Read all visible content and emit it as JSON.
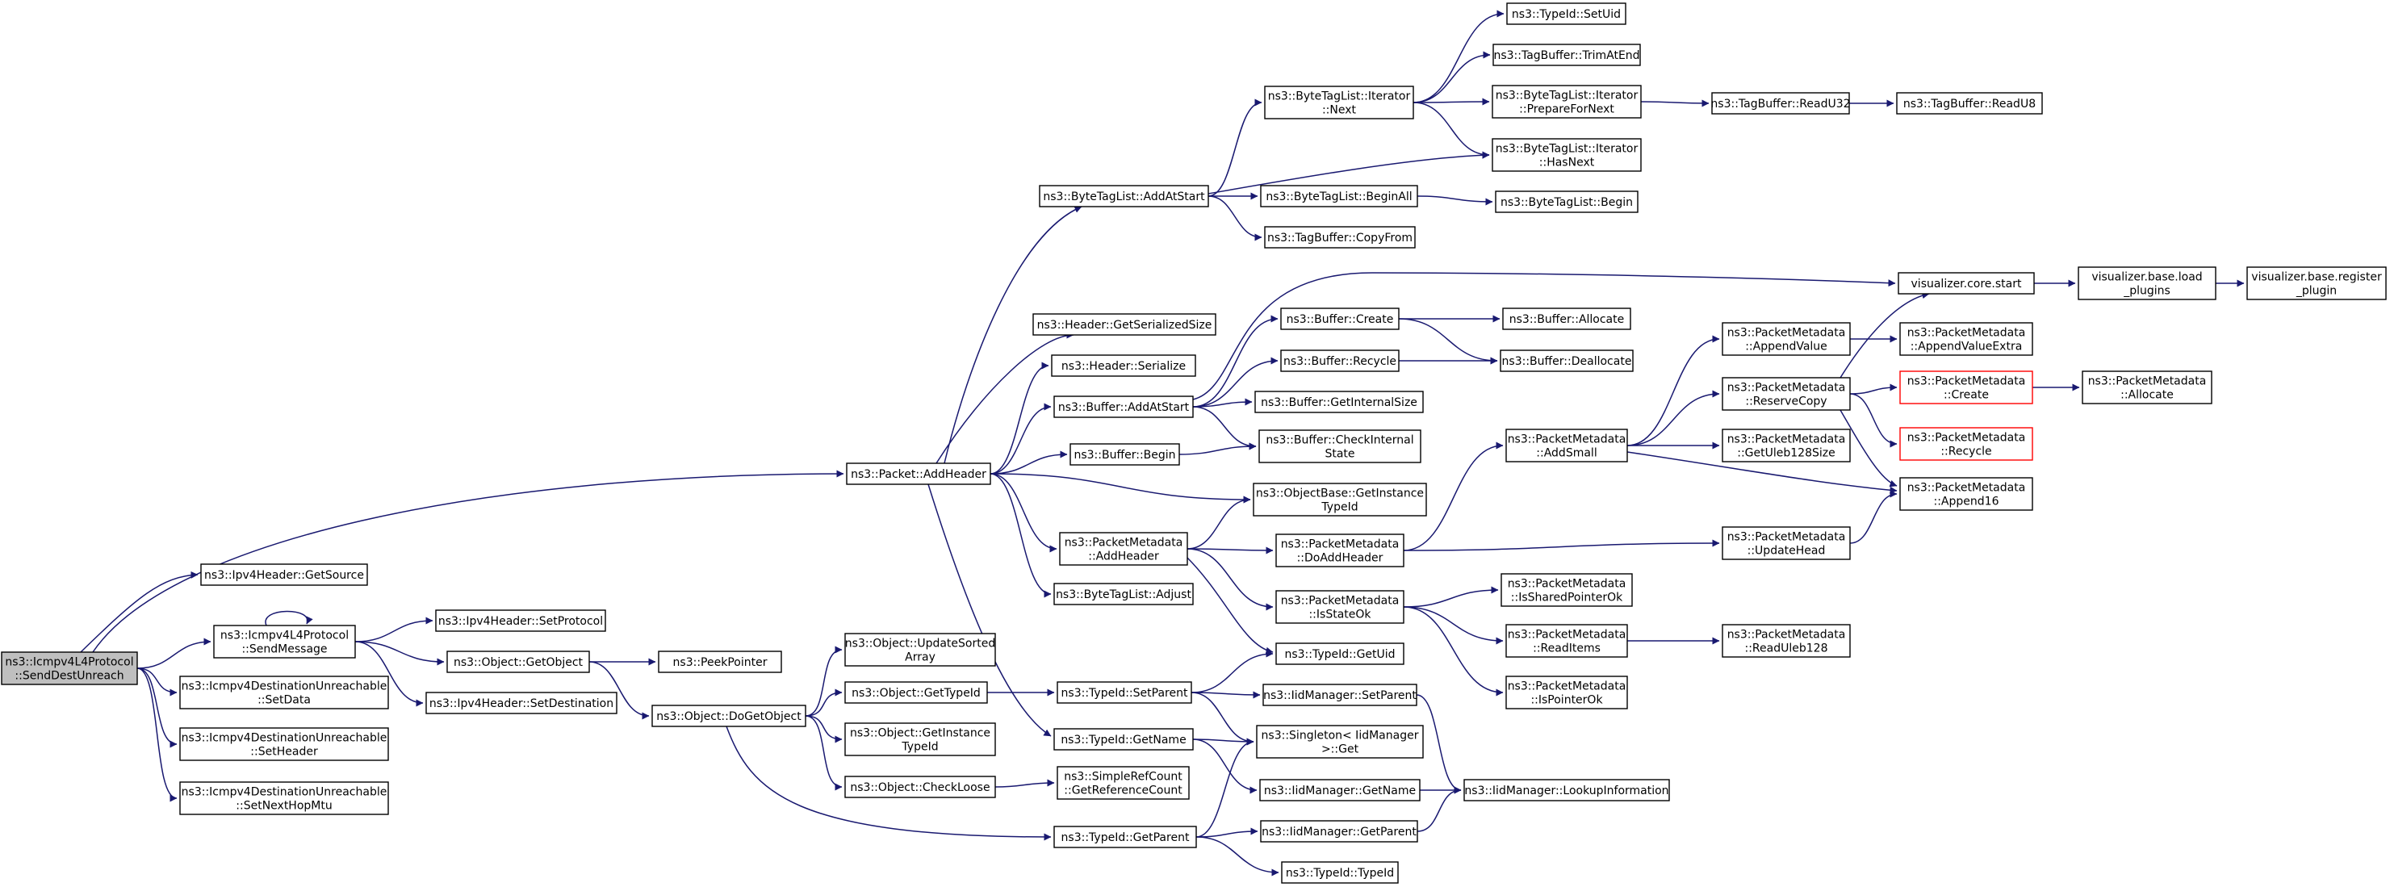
{
  "diagram": {
    "kind": "call graph",
    "colors": {
      "edge": "#191970",
      "root_fill": "#bfbfbf",
      "node_fill": "#ffffff",
      "node_border": "#000000",
      "truncated_border": "#ff0000"
    },
    "nodes": [
      {
        "id": "root",
        "label": [
          "ns3::Icmpv4L4Protocol",
          "::SendDestUnreach"
        ],
        "style": "root"
      },
      {
        "id": "addHeader",
        "label": [
          "ns3::Packet::AddHeader"
        ]
      },
      {
        "id": "getSource",
        "label": [
          "ns3::Ipv4Header::GetSource"
        ]
      },
      {
        "id": "sendMessage",
        "label": [
          "ns3::Icmpv4L4Protocol",
          "::SendMessage"
        ]
      },
      {
        "id": "setData",
        "label": [
          "ns3::Icmpv4DestinationUnreachable",
          "::SetData"
        ]
      },
      {
        "id": "setHeader",
        "label": [
          "ns3::Icmpv4DestinationUnreachable",
          "::SetHeader"
        ]
      },
      {
        "id": "setNextHopMtu",
        "label": [
          "ns3::Icmpv4DestinationUnreachable",
          "::SetNextHopMtu"
        ]
      },
      {
        "id": "setProtocol",
        "label": [
          "ns3::Ipv4Header::SetProtocol"
        ]
      },
      {
        "id": "getObject",
        "label": [
          "ns3::Object::GetObject"
        ]
      },
      {
        "id": "setDestination",
        "label": [
          "ns3::Ipv4Header::SetDestination"
        ]
      },
      {
        "id": "peekPointer",
        "label": [
          "ns3::PeekPointer"
        ]
      },
      {
        "id": "doGetObject",
        "label": [
          "ns3::Object::DoGetObject"
        ]
      },
      {
        "id": "updateSortedArray",
        "label": [
          "ns3::Object::UpdateSorted",
          "Array"
        ]
      },
      {
        "id": "objGetTypeId",
        "label": [
          "ns3::Object::GetTypeId"
        ]
      },
      {
        "id": "objGetInstanceTypeId",
        "label": [
          "ns3::Object::GetInstance",
          "TypeId"
        ]
      },
      {
        "id": "checkLoose",
        "label": [
          "ns3::Object::CheckLoose"
        ]
      },
      {
        "id": "getRefCount",
        "label": [
          "ns3::SimpleRefCount",
          "::GetReferenceCount"
        ]
      },
      {
        "id": "btlAddAtStart",
        "label": [
          "ns3::ByteTagList::AddAtStart"
        ]
      },
      {
        "id": "hdrGetSerializedSize",
        "label": [
          "ns3::Header::GetSerializedSize"
        ]
      },
      {
        "id": "hdrSerialize",
        "label": [
          "ns3::Header::Serialize"
        ]
      },
      {
        "id": "bufAddAtStart",
        "label": [
          "ns3::Buffer::AddAtStart"
        ]
      },
      {
        "id": "bufBegin",
        "label": [
          "ns3::Buffer::Begin"
        ]
      },
      {
        "id": "pmAddHeader",
        "label": [
          "ns3::PacketMetadata",
          "::AddHeader"
        ]
      },
      {
        "id": "btlAdjust",
        "label": [
          "ns3::ByteTagList::Adjust"
        ]
      },
      {
        "id": "tidSetParent",
        "label": [
          "ns3::TypeId::SetParent"
        ]
      },
      {
        "id": "tidGetName",
        "label": [
          "ns3::TypeId::GetName"
        ]
      },
      {
        "id": "tidGetParent",
        "label": [
          "ns3::TypeId::GetParent"
        ]
      },
      {
        "id": "itNext",
        "label": [
          "ns3::ByteTagList::Iterator",
          "::Next"
        ]
      },
      {
        "id": "btlBeginAll",
        "label": [
          "ns3::ByteTagList::BeginAll"
        ]
      },
      {
        "id": "tbCopyFrom",
        "label": [
          "ns3::TagBuffer::CopyFrom"
        ]
      },
      {
        "id": "bufCreate",
        "label": [
          "ns3::Buffer::Create"
        ]
      },
      {
        "id": "bufRecycle",
        "label": [
          "ns3::Buffer::Recycle"
        ]
      },
      {
        "id": "bufGetInternalSize",
        "label": [
          "ns3::Buffer::GetInternalSize"
        ]
      },
      {
        "id": "bufCheckInternalState",
        "label": [
          "ns3::Buffer::CheckInternal",
          "State"
        ]
      },
      {
        "id": "obGetInstanceTypeId",
        "label": [
          "ns3::ObjectBase::GetInstance",
          "TypeId"
        ]
      },
      {
        "id": "pmDoAddHeader",
        "label": [
          "ns3::PacketMetadata",
          "::DoAddHeader"
        ]
      },
      {
        "id": "pmIsStateOk",
        "label": [
          "ns3::PacketMetadata",
          "::IsStateOk"
        ]
      },
      {
        "id": "tidGetUid",
        "label": [
          "ns3::TypeId::GetUid"
        ]
      },
      {
        "id": "iidSetParent",
        "label": [
          "ns3::IidManager::SetParent"
        ]
      },
      {
        "id": "singletonGet",
        "label": [
          "ns3::Singleton< IidManager",
          " >::Get"
        ]
      },
      {
        "id": "iidGetName",
        "label": [
          "ns3::IidManager::GetName"
        ]
      },
      {
        "id": "iidGetParent",
        "label": [
          "ns3::IidManager::GetParent"
        ]
      },
      {
        "id": "tidTypeId",
        "label": [
          "ns3::TypeId::TypeId"
        ]
      },
      {
        "id": "tidSetUid",
        "label": [
          "ns3::TypeId::SetUid"
        ]
      },
      {
        "id": "tbTrimAtEnd",
        "label": [
          "ns3::TagBuffer::TrimAtEnd"
        ]
      },
      {
        "id": "itPrepareForNext",
        "label": [
          "ns3::ByteTagList::Iterator",
          "::PrepareForNext"
        ]
      },
      {
        "id": "itHasNext",
        "label": [
          "ns3::ByteTagList::Iterator",
          "::HasNext"
        ]
      },
      {
        "id": "btlBegin",
        "label": [
          "ns3::ByteTagList::Begin"
        ]
      },
      {
        "id": "bufAllocate",
        "label": [
          "ns3::Buffer::Allocate"
        ]
      },
      {
        "id": "bufDeallocate",
        "label": [
          "ns3::Buffer::Deallocate"
        ]
      },
      {
        "id": "pmAddSmall",
        "label": [
          "ns3::PacketMetadata",
          "::AddSmall"
        ]
      },
      {
        "id": "pmIsSharedPointerOk",
        "label": [
          "ns3::PacketMetadata",
          "::IsSharedPointerOk"
        ]
      },
      {
        "id": "pmReadItems",
        "label": [
          "ns3::PacketMetadata",
          "::ReadItems"
        ]
      },
      {
        "id": "pmIsPointerOk",
        "label": [
          "ns3::PacketMetadata",
          "::IsPointerOk"
        ]
      },
      {
        "id": "iidLookupInformation",
        "label": [
          "ns3::IidManager::LookupInformation"
        ]
      },
      {
        "id": "tbReadU32",
        "label": [
          "ns3::TagBuffer::ReadU32"
        ]
      },
      {
        "id": "tbReadU8",
        "label": [
          "ns3::TagBuffer::ReadU8"
        ]
      },
      {
        "id": "vizCoreStart",
        "label": [
          "visualizer.core.start"
        ]
      },
      {
        "id": "pmAppendValue",
        "label": [
          "ns3::PacketMetadata",
          "::AppendValue"
        ]
      },
      {
        "id": "pmReserveCopy",
        "label": [
          "ns3::PacketMetadata",
          "::ReserveCopy"
        ]
      },
      {
        "id": "pmGetUleb128Size",
        "label": [
          "ns3::PacketMetadata",
          "::GetUleb128Size"
        ]
      },
      {
        "id": "pmUpdateHead",
        "label": [
          "ns3::PacketMetadata",
          "::UpdateHead"
        ]
      },
      {
        "id": "pmReadUleb128",
        "label": [
          "ns3::PacketMetadata",
          "::ReadUleb128"
        ]
      },
      {
        "id": "vizLoadPlugins",
        "label": [
          "visualizer.base.load",
          "_plugins"
        ]
      },
      {
        "id": "vizRegisterPlugin",
        "label": [
          "visualizer.base.register",
          "_plugin"
        ]
      },
      {
        "id": "pmAppendValueExtra",
        "label": [
          "ns3::PacketMetadata",
          "::AppendValueExtra"
        ]
      },
      {
        "id": "pmCreate",
        "label": [
          "ns3::PacketMetadata",
          "::Create"
        ],
        "style": "truncated"
      },
      {
        "id": "pmRecycle",
        "label": [
          "ns3::PacketMetadata",
          "::Recycle"
        ],
        "style": "truncated"
      },
      {
        "id": "pmAppend16",
        "label": [
          "ns3::PacketMetadata",
          "::Append16"
        ]
      },
      {
        "id": "pmAllocate",
        "label": [
          "ns3::PacketMetadata",
          "::Allocate"
        ]
      }
    ],
    "edges": [
      [
        "root",
        "addHeader"
      ],
      [
        "root",
        "getSource"
      ],
      [
        "root",
        "sendMessage"
      ],
      [
        "root",
        "setData"
      ],
      [
        "root",
        "setHeader"
      ],
      [
        "root",
        "setNextHopMtu"
      ],
      [
        "sendMessage",
        "sendMessage"
      ],
      [
        "sendMessage",
        "setProtocol"
      ],
      [
        "sendMessage",
        "getObject"
      ],
      [
        "sendMessage",
        "setDestination"
      ],
      [
        "getObject",
        "peekPointer"
      ],
      [
        "getObject",
        "doGetObject"
      ],
      [
        "doGetObject",
        "updateSortedArray"
      ],
      [
        "doGetObject",
        "objGetTypeId"
      ],
      [
        "doGetObject",
        "objGetInstanceTypeId"
      ],
      [
        "doGetObject",
        "checkLoose"
      ],
      [
        "doGetObject",
        "tidGetParent"
      ],
      [
        "checkLoose",
        "getRefCount"
      ],
      [
        "objGetTypeId",
        "tidSetParent"
      ],
      [
        "addHeader",
        "btlAddAtStart"
      ],
      [
        "addHeader",
        "hdrGetSerializedSize"
      ],
      [
        "addHeader",
        "hdrSerialize"
      ],
      [
        "addHeader",
        "bufAddAtStart"
      ],
      [
        "addHeader",
        "bufBegin"
      ],
      [
        "addHeader",
        "pmAddHeader"
      ],
      [
        "addHeader",
        "btlAdjust"
      ],
      [
        "addHeader",
        "obGetInstanceTypeId"
      ],
      [
        "addHeader",
        "tidGetName"
      ],
      [
        "btlAddAtStart",
        "itNext"
      ],
      [
        "btlAddAtStart",
        "itHasNext"
      ],
      [
        "btlAddAtStart",
        "btlBeginAll"
      ],
      [
        "btlAddAtStart",
        "tbCopyFrom"
      ],
      [
        "itNext",
        "tidSetUid"
      ],
      [
        "itNext",
        "tbTrimAtEnd"
      ],
      [
        "itNext",
        "itPrepareForNext"
      ],
      [
        "itNext",
        "itHasNext"
      ],
      [
        "itPrepareForNext",
        "tbReadU32"
      ],
      [
        "tbReadU32",
        "tbReadU8"
      ],
      [
        "btlBeginAll",
        "btlBegin"
      ],
      [
        "bufAddAtStart",
        "vizCoreStart"
      ],
      [
        "bufAddAtStart",
        "bufCreate"
      ],
      [
        "bufAddAtStart",
        "bufRecycle"
      ],
      [
        "bufAddAtStart",
        "bufGetInternalSize"
      ],
      [
        "bufAddAtStart",
        "bufCheckInternalState"
      ],
      [
        "bufCreate",
        "bufAllocate"
      ],
      [
        "bufCreate",
        "bufDeallocate"
      ],
      [
        "bufRecycle",
        "bufDeallocate"
      ],
      [
        "bufBegin",
        "bufCheckInternalState"
      ],
      [
        "pmAddHeader",
        "obGetInstanceTypeId"
      ],
      [
        "pmAddHeader",
        "pmDoAddHeader"
      ],
      [
        "pmAddHeader",
        "pmIsStateOk"
      ],
      [
        "pmAddHeader",
        "tidGetUid"
      ],
      [
        "pmDoAddHeader",
        "pmAddSmall"
      ],
      [
        "pmDoAddHeader",
        "pmUpdateHead"
      ],
      [
        "pmAddSmall",
        "pmAppendValue"
      ],
      [
        "pmAddSmall",
        "pmReserveCopy"
      ],
      [
        "pmAddSmall",
        "pmGetUleb128Size"
      ],
      [
        "pmAddSmall",
        "pmAppend16"
      ],
      [
        "pmAppendValue",
        "pmAppendValueExtra"
      ],
      [
        "pmReserveCopy",
        "vizCoreStart"
      ],
      [
        "pmReserveCopy",
        "pmCreate"
      ],
      [
        "pmReserveCopy",
        "pmRecycle"
      ],
      [
        "pmReserveCopy",
        "pmAppend16"
      ],
      [
        "pmCreate",
        "pmAllocate"
      ],
      [
        "pmUpdateHead",
        "pmAppend16"
      ],
      [
        "vizCoreStart",
        "vizLoadPlugins"
      ],
      [
        "vizLoadPlugins",
        "vizRegisterPlugin"
      ],
      [
        "pmIsStateOk",
        "pmIsSharedPointerOk"
      ],
      [
        "pmIsStateOk",
        "pmReadItems"
      ],
      [
        "pmIsStateOk",
        "pmIsPointerOk"
      ],
      [
        "pmReadItems",
        "pmReadUleb128"
      ],
      [
        "tidSetParent",
        "tidGetUid"
      ],
      [
        "tidSetParent",
        "iidSetParent"
      ],
      [
        "tidSetParent",
        "singletonGet"
      ],
      [
        "iidSetParent",
        "iidLookupInformation"
      ],
      [
        "tidGetName",
        "singletonGet"
      ],
      [
        "tidGetName",
        "iidGetName"
      ],
      [
        "iidGetName",
        "iidLookupInformation"
      ],
      [
        "tidGetParent",
        "singletonGet"
      ],
      [
        "tidGetParent",
        "iidGetParent"
      ],
      [
        "tidGetParent",
        "tidTypeId"
      ],
      [
        "iidGetParent",
        "iidLookupInformation"
      ]
    ]
  }
}
